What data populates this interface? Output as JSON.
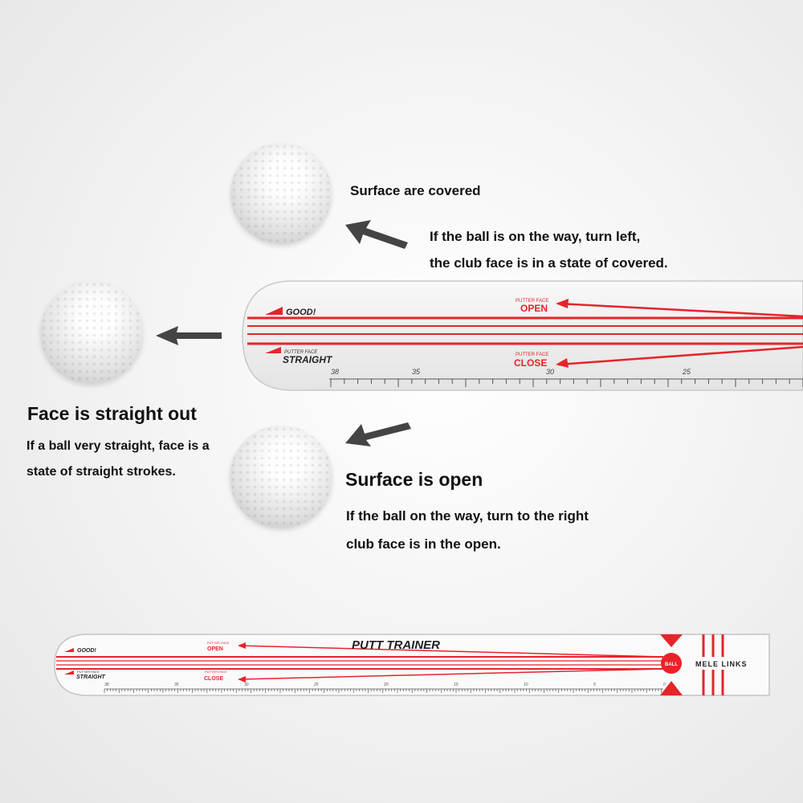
{
  "covered": {
    "title": "Surface are covered",
    "line1": "If the ball is on the way, turn left,",
    "line2": "the club face is in a state of covered."
  },
  "straight": {
    "title": "Face is straight out",
    "line1": "If a ball very straight, face is a",
    "line2": "state of straight strokes."
  },
  "open": {
    "title": "Surface is open",
    "line1": "If the ball on the way, turn to the right",
    "line2": "club face is in the open."
  },
  "trainer_closeup": {
    "good": "GOOD!",
    "putter_face_small_1": "PUTTER FACE",
    "straight": "STRAIGHT",
    "putter_face_small_2": "PUTTER FACE",
    "open": "OPEN",
    "putter_face_small_3": "PUTTER FACE",
    "close": "CLOSE",
    "ticks": [
      "38",
      "35",
      "30",
      "25"
    ]
  },
  "trainer_full": {
    "title": "PUTT TRAINER",
    "good": "GOOD!",
    "putter_face_a": "PUTTER FACE",
    "straight": "STRAIGHT",
    "putter_face_b": "PUTTER FACE",
    "open": "OPEN",
    "putter_face_c": "PUTTER FACE",
    "close": "CLOSE",
    "ball": "BALL",
    "brand": "MELE LINKS",
    "ticks": [
      "38",
      "35",
      "30",
      "25",
      "20",
      "15",
      "10",
      "5",
      "0"
    ]
  },
  "colors": {
    "accent_red": "#e8232a",
    "text": "#111111",
    "arrow_gray": "#444444"
  }
}
